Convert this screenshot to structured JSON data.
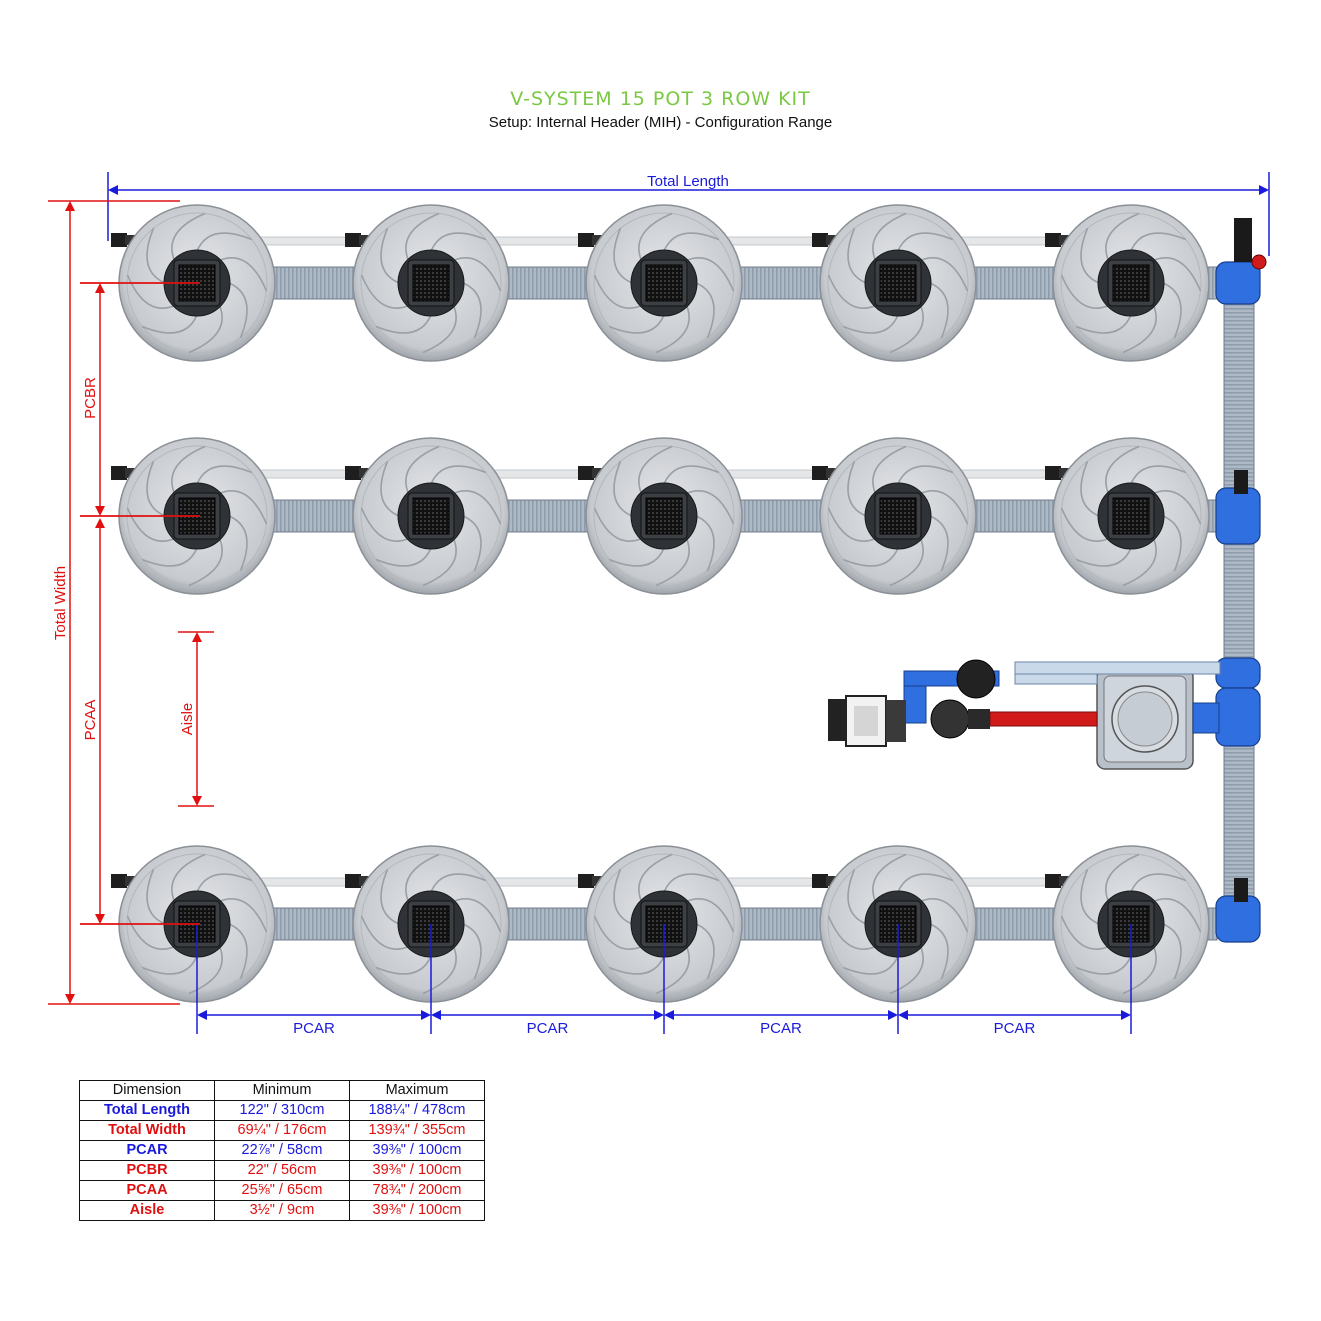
{
  "header": {
    "title": "V-SYSTEM 15 POT 3 ROW KIT",
    "subtitle": "Setup: Internal Header (MIH) - Configuration Range"
  },
  "colors": {
    "title": "#7ac943",
    "blue_dimension": "#1a1adc",
    "red_dimension": "#e01010",
    "pot": "#c9ccd1",
    "pipe": "#a7b4c2",
    "fitting": "#2f6fe0"
  },
  "diagram": {
    "rows": 3,
    "pots_per_row": 5,
    "labels": {
      "total_length": "Total Length",
      "total_width": "Total Width",
      "pcbr": "PCBR",
      "pcaa": "PCAA",
      "aisle": "Aisle",
      "pcar": "PCAR"
    }
  },
  "table": {
    "headers": [
      "Dimension",
      "Minimum",
      "Maximum"
    ],
    "rows": [
      {
        "name": "Total Length",
        "min": "122\" / 310cm",
        "max": "188¼\" / 478cm",
        "color": "#1a1adc"
      },
      {
        "name": "Total Width",
        "min": "69¼\" / 176cm",
        "max": "139¾\" / 355cm",
        "color": "#e01010"
      },
      {
        "name": "PCAR",
        "min": "22⅞\" / 58cm",
        "max": "39⅜\" / 100cm",
        "color": "#1a1adc"
      },
      {
        "name": "PCBR",
        "min": "22\" / 56cm",
        "max": "39⅜\" / 100cm",
        "color": "#e01010"
      },
      {
        "name": "PCAA",
        "min": "25⅝\" / 65cm",
        "max": "78¾\" / 200cm",
        "color": "#e01010"
      },
      {
        "name": "Aisle",
        "min": "3½\" / 9cm",
        "max": "39⅜\" / 100cm",
        "color": "#e01010"
      }
    ]
  }
}
